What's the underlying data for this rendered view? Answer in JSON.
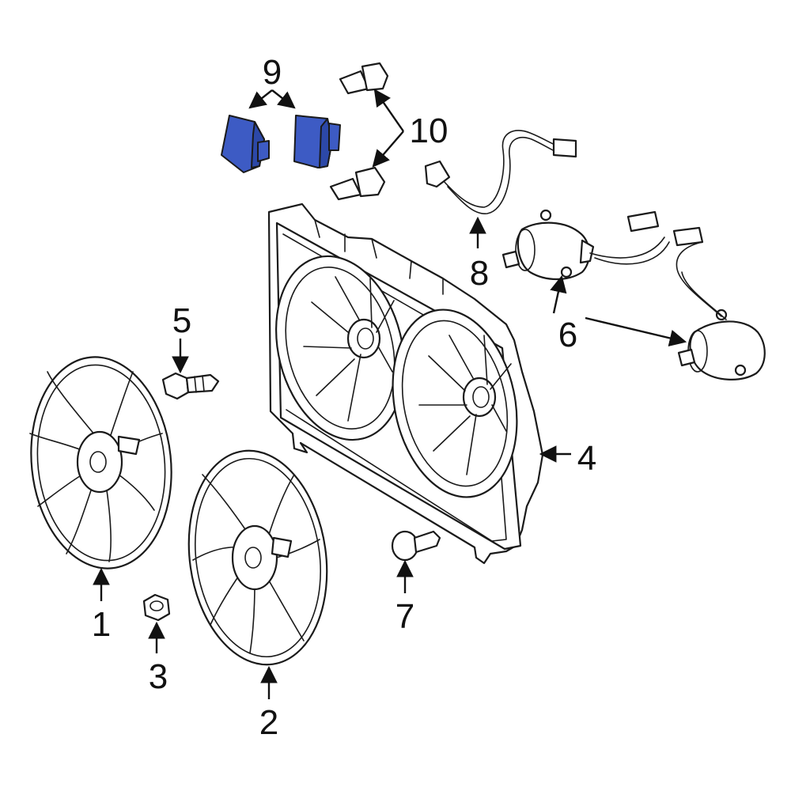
{
  "callouts": {
    "c1": "1",
    "c2": "2",
    "c3": "3",
    "c4": "4",
    "c5": "5",
    "c6": "6",
    "c7": "7",
    "c8": "8",
    "c9": "9",
    "c10": "10"
  },
  "colors": {
    "highlight": "#3d5bc4",
    "line": "#1a1a1a",
    "background": "#ffffff"
  }
}
